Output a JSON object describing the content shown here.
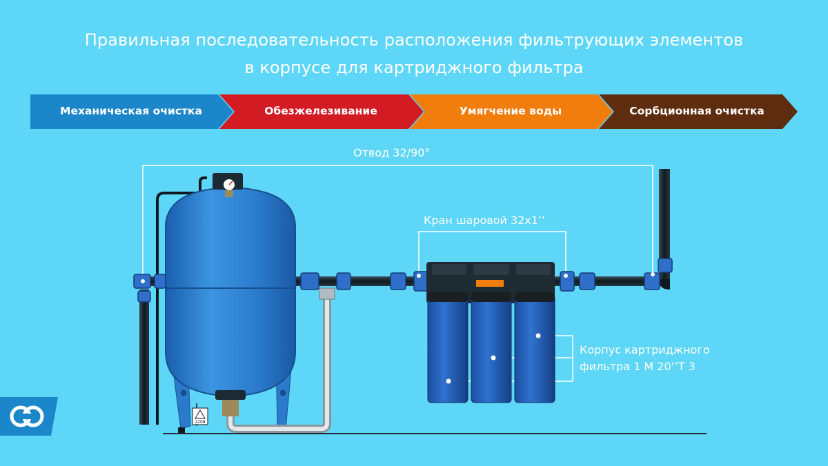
{
  "title": {
    "line1": "Правильная последовательность расположения фильтрующих элементов",
    "line2": "в корпусе для картриджного фильтра"
  },
  "steps": [
    {
      "label": "Механическая очистка",
      "color": "#1b86c9"
    },
    {
      "label": "Обезжелезивание",
      "color": "#d31b24"
    },
    {
      "label": "Умягчение воды",
      "color": "#f07d0c"
    },
    {
      "label": "Сорбционная очистка",
      "color": "#5e2c0e"
    }
  ],
  "callouts": {
    "elbow": "Отвод 32/90°",
    "valve": "Кран шаровой 32х1’’",
    "housing_line1": "Корпус картриджного",
    "housing_line2": "фильтра 1 M 20’’T 3"
  },
  "tank": {
    "pressure_badge": "2208"
  },
  "colors": {
    "background": "#5ed6f7",
    "tank_blue": "#2e7fd0",
    "pipe": "#1b2a33",
    "coupling": "#2f6ec9"
  },
  "icons": [
    "company-logo-icon",
    "electric-warning-icon",
    "pressure-gauge-icon"
  ]
}
